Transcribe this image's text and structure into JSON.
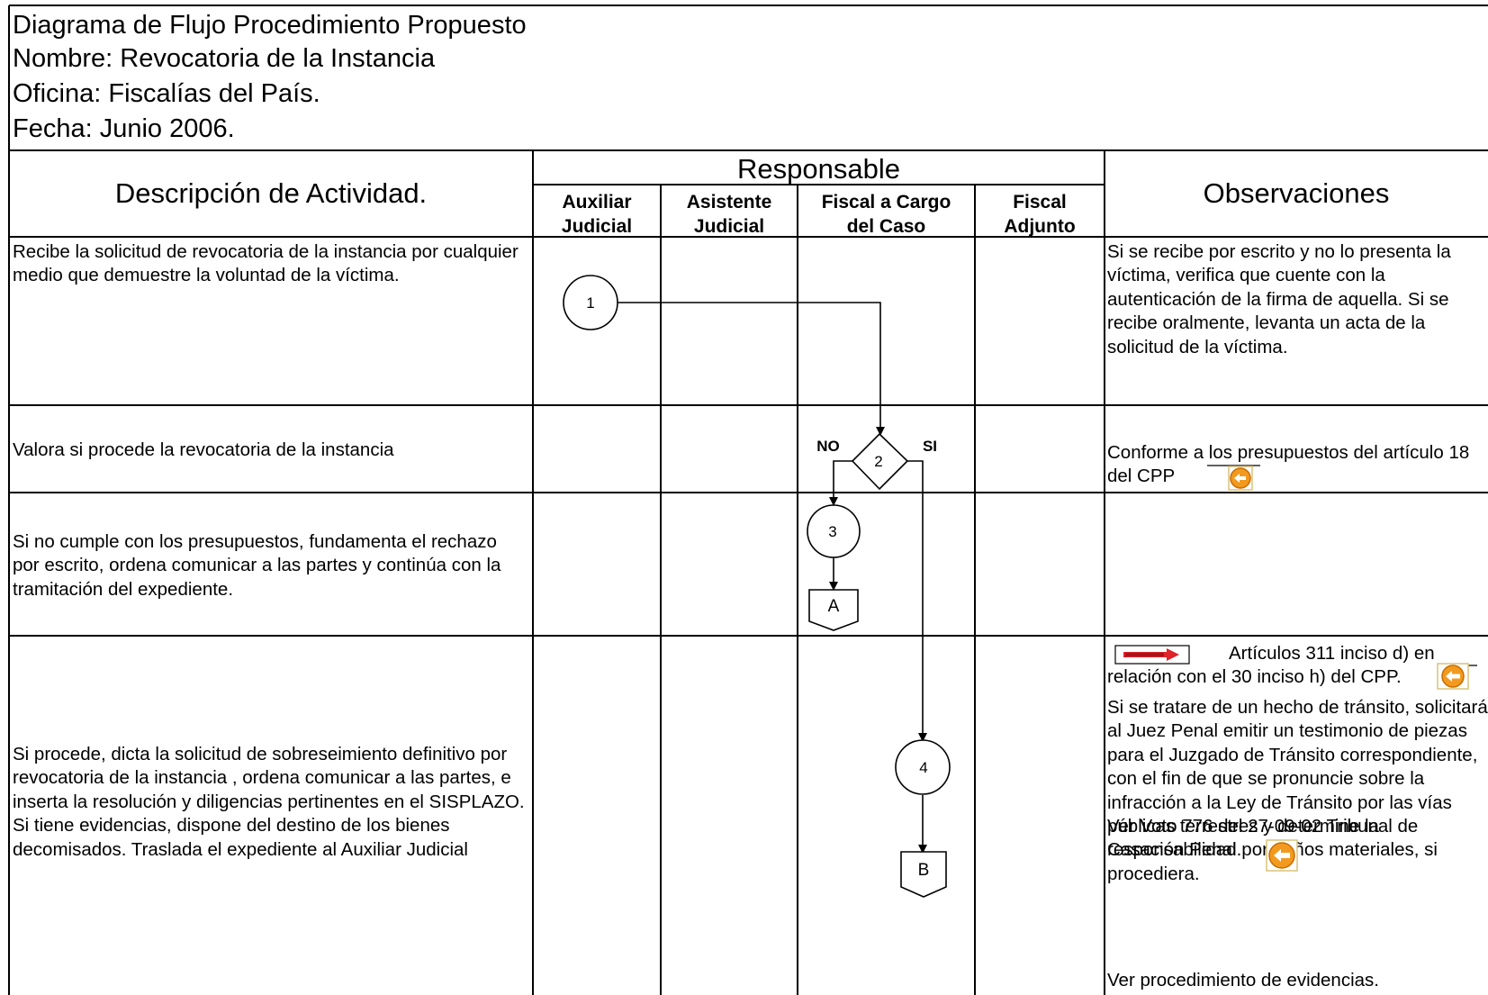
{
  "header": {
    "title": "Diagrama de Flujo Procedimiento Propuesto",
    "nombre": "Nombre: Revocatoria de la Instancia",
    "oficina": "Oficina: Fiscalías del País.",
    "fecha": "Fecha: Junio 2006."
  },
  "columns": {
    "descripcion": "Descripción de Actividad.",
    "responsable": "Responsable",
    "observaciones": "Observaciones",
    "roles": [
      [
        "Auxiliar",
        "Judicial"
      ],
      [
        "Asistente",
        "Judicial"
      ],
      [
        "Fiscal a Cargo",
        "del Caso"
      ],
      [
        "Fiscal",
        "Adjunto"
      ]
    ]
  },
  "rows": [
    {
      "descripcion": "Recibe la  solicitud de revocatoria de la instancia por cualquier medio que demuestre la voluntad de la víctima.",
      "observaciones": "Si se recibe por escrito y no lo presenta la víctima, verifica que cuente con la autenticación de la firma de aquella. Si se recibe oralmente, levanta un acta de la solicitud de la víctima."
    },
    {
      "descripcion": "Valora si procede la revocatoria de la instancia",
      "observaciones": "Conforme a los presupuestos del artículo 18 del CPP"
    },
    {
      "descripcion": "Si no  cumple con los presupuestos, fundamenta el rechazo por escrito,  ordena comunicar a las partes y continúa con la tramitación del expediente.",
      "observaciones": ""
    },
    {
      "descripcion": "Si procede, dicta la solicitud de sobreseimiento definitivo por revocatoria de la instancia , ordena comunicar a las partes, e inserta la resolución y diligencias pertinentes en el SISPLAZO.  Si tiene evidencias, dispone del destino de los bienes decomisados.  Traslada el expediente al Auxiliar Judicial",
      "observaciones_articulos": "Artículos 311 inciso d)  en relación con el 30 inciso h) del CPP.",
      "observaciones_transito": "Si se tratare de un hecho de tránsito, solicitará al Juez Penal emitir un testimonio de piezas para el Juzgado de Tránsito correspondiente, con el fin de que se pronuncie sobre la infracción a la Ley de Tránsito por las vías públicas terrestres y determine la responsabilidad por daños materiales, si procediera.",
      "observaciones_voto": "Ver Voto 776 del 27-09-02 Tribunal de Casación Penal.",
      "observaciones_evidencias": "Ver procedimiento de evidencias."
    }
  ],
  "flow": {
    "node1": "1",
    "node2": "2",
    "node3": "3",
    "node4": "4",
    "connectorA": "A",
    "connectorB": "B",
    "label_no": "NO",
    "label_si": "SI"
  },
  "icons": {
    "back": "back-arrow-icon",
    "forward": "red-arrow-link-icon"
  },
  "colors": {
    "lines": "#000000",
    "back_button_fill": "#f29a1f",
    "back_button_border": "#c76c00",
    "link_arrow": "#e0222a"
  }
}
